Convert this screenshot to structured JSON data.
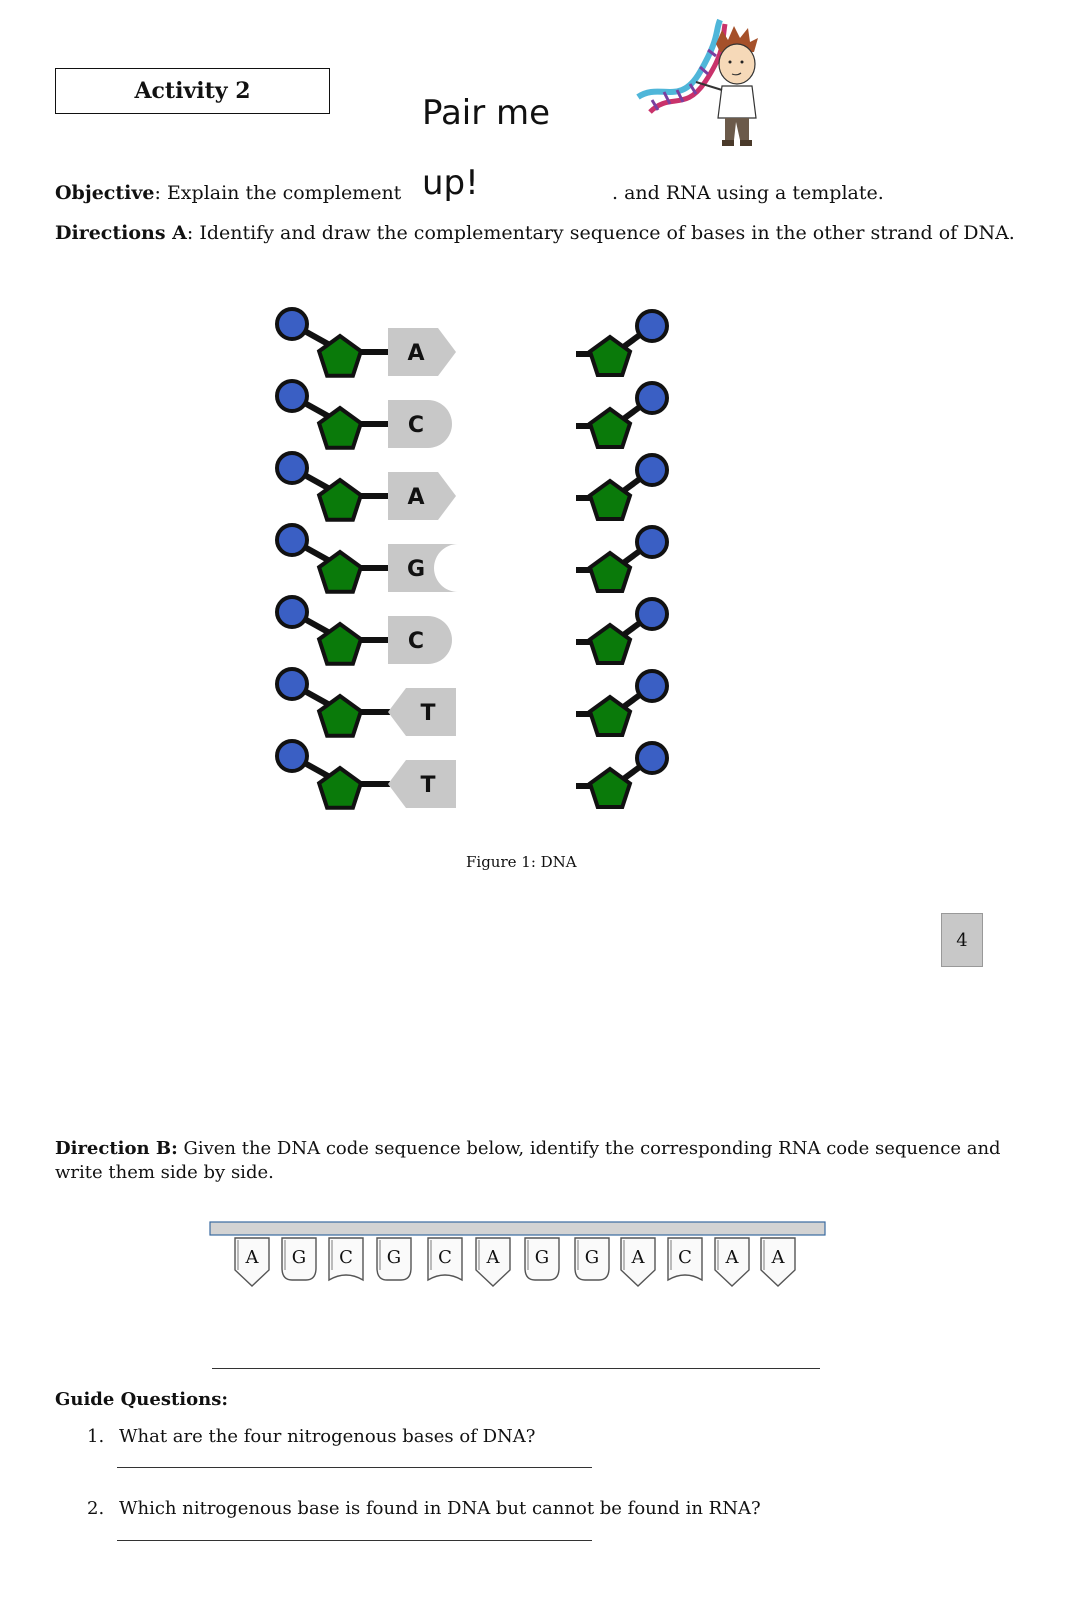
{
  "activity_label": "Activity 2",
  "title": "Pair me up!",
  "objective": {
    "label": "Objective",
    "text_left": ": Explain the complement",
    "text_right": ". and RNA using a template."
  },
  "directions_a": {
    "label": "Directions A",
    "text": ": Identify and draw the complementary sequence of bases in the other strand of DNA."
  },
  "dna_template_bases": [
    "A",
    "C",
    "A",
    "G",
    "C",
    "T",
    "T"
  ],
  "figure_caption": "Figure 1: DNA",
  "page_number": "4",
  "direction_b": {
    "label": "Direction B:",
    "text": " Given the DNA code sequence below, identify the corresponding RNA code sequence and write them side by side."
  },
  "rna_bases": [
    "A",
    "G",
    "C",
    "G",
    "C",
    "A",
    "G",
    "G",
    "A",
    "C",
    "A",
    "A"
  ],
  "guide_questions": {
    "heading": "Guide Questions:",
    "items": [
      {
        "num": "1.",
        "text": "What are the four nitrogenous bases of DNA?"
      },
      {
        "num": "2.",
        "text": "Which nitrogenous base is found in DNA but cannot be found in RNA?"
      }
    ]
  },
  "colors": {
    "phosphate": "#3a5fc4",
    "sugar": "#0a7a0a",
    "base_fill": "#c8c8c8"
  }
}
